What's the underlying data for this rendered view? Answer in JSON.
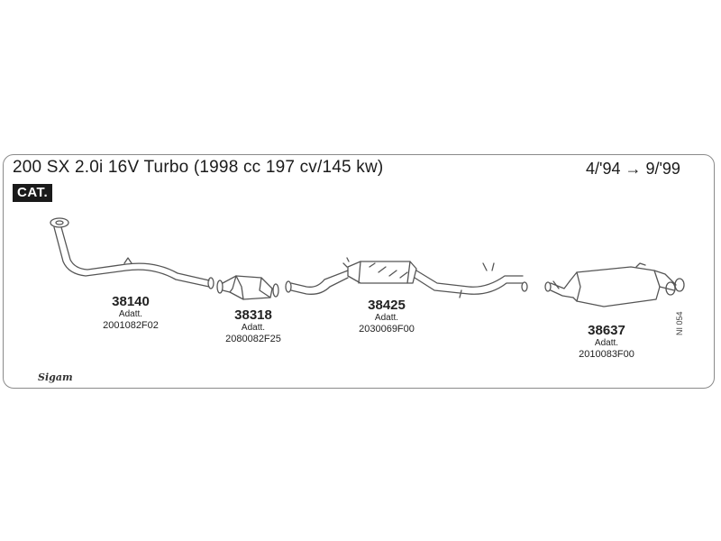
{
  "header": {
    "title": "200 SX 2.0i 16V Turbo (1998 cc 197 cv/145 kw)",
    "dates": "4/'94 → 9/'99",
    "badge": "CAT."
  },
  "parts": [
    {
      "number": "38140",
      "note": "Adatt.",
      "code": "2001082F02"
    },
    {
      "number": "38318",
      "note": "Adatt.",
      "code": "2080082F25"
    },
    {
      "number": "38425",
      "note": "Adatt.",
      "code": "2030069F00"
    },
    {
      "number": "38637",
      "note": "Adatt.",
      "code": "2010083F00"
    }
  ],
  "footer": {
    "reference": "NI 054",
    "logo": "Sigam"
  },
  "colors": {
    "line": "#555555",
    "border": "#8a8a8a",
    "badge_bg": "#1a1a1a"
  }
}
